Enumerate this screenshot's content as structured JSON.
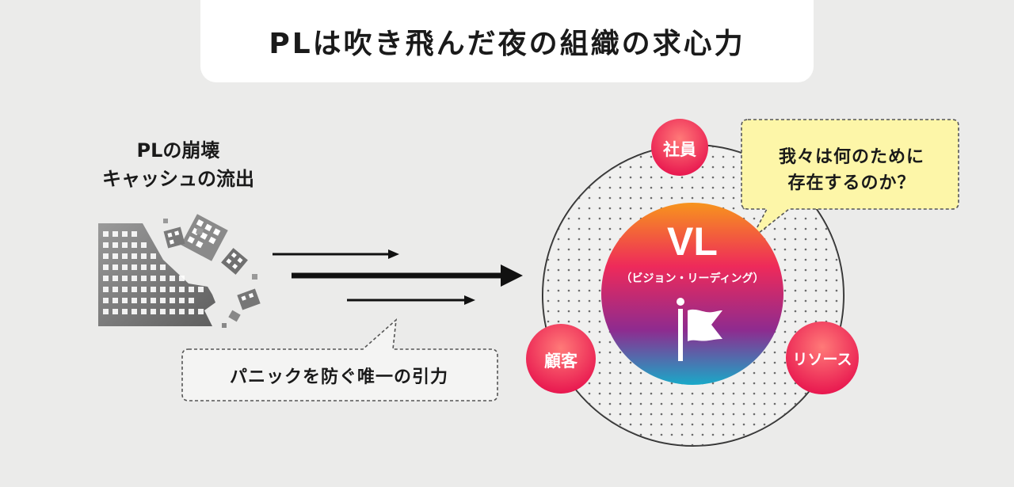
{
  "title": "PLは吹き飛んだ夜の組織の求心力",
  "left": {
    "line1": "PLの崩壊",
    "line2": "キャッシュの流出"
  },
  "panic_caption": "パニックを防ぐ唯一の引力",
  "question": {
    "line1": "我々は何のために",
    "line2": "存在するのか？"
  },
  "center": {
    "title": "VL",
    "subtitle": "（ビジョン・リーディング）",
    "icon": "flag-icon"
  },
  "nodes": {
    "employees": "社員",
    "customers": "顧客",
    "resources": "リソース"
  },
  "colors": {
    "background": "#ebebea",
    "node_gradient": [
      "#ff6a6a",
      "#e8174f"
    ],
    "center_gradient": [
      "#f7931e",
      "#e8174f",
      "#8b2a8a",
      "#1fa8c9"
    ],
    "callout_fill": "#fdf6a8"
  }
}
